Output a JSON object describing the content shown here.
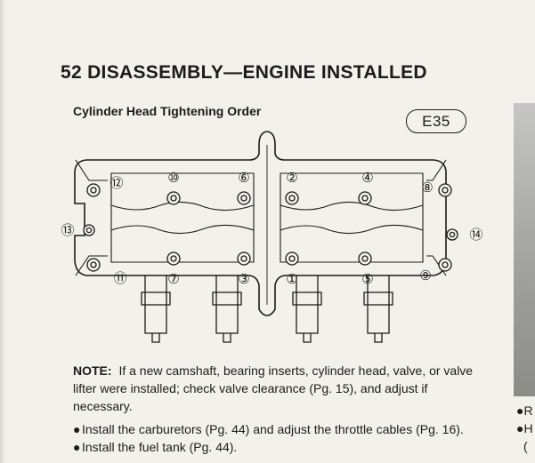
{
  "page": {
    "heading": "52 DISASSEMBLY—ENGINE INSTALLED",
    "subheading": "Cylinder Head Tightening Order",
    "figure_label": "E35"
  },
  "diagram": {
    "bolt_numbers": [
      "⑫",
      "⑩",
      "⑥",
      "②",
      "④",
      "⑧",
      "⑬",
      "⑭",
      "⑪",
      "⑦",
      "③",
      "①",
      "⑤",
      "⑨"
    ]
  },
  "note": {
    "label": "NOTE:",
    "text": "If a new camshaft, bearing inserts, cylinder head, valve, or valve lifter were installed; check valve clearance (Pg. 15), and adjust if necessary."
  },
  "bullets": [
    {
      "mark": "●",
      "text": "Install the carburetors (Pg. 44) and adjust the throttle cables (Pg. 16)."
    },
    {
      "mark": "●",
      "text": "Install the fuel tank (Pg. 44)."
    }
  ],
  "side_column": {
    "line1": "●R",
    "line2": "●H",
    "line3": "("
  }
}
